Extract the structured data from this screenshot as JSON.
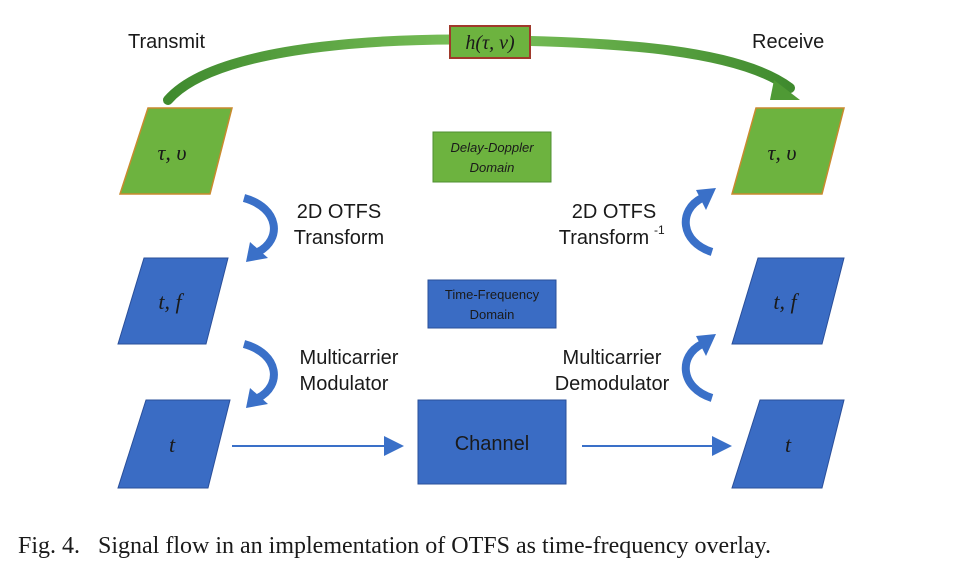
{
  "labels": {
    "transmit": "Transmit",
    "receive": "Receive",
    "channel_response": "h(τ, ν)",
    "dd_symbol_left": "τ, υ",
    "dd_symbol_right": "τ, υ",
    "tf_symbol_left": "t, f",
    "tf_symbol_right": "t, f",
    "t_symbol_left": "t",
    "t_symbol_right": "t",
    "dd_domain_line1": "Delay-Doppler",
    "dd_domain_line2": "Domain",
    "tf_domain_line1": "Time-Frequency",
    "tf_domain_line2": "Domain",
    "otfs_left_line1": "2D OTFS",
    "otfs_left_line2": "Transform",
    "otfs_right_line1": "2D OTFS",
    "otfs_right_line2": "Transform",
    "otfs_right_sup": "-1",
    "mc_left_line1": "Multicarrier",
    "mc_left_line2": "Modulator",
    "mc_right_line1": "Multicarrier",
    "mc_right_line2": "Demodulator",
    "channel": "Channel"
  },
  "caption": "Fig. 4.   Signal flow in an implementation of OTFS as time-frequency overlay.",
  "colors": {
    "green": "#6db33f",
    "green_dark": "#3f7f2a",
    "blue": "#3a6cc4",
    "blue_dark": "#2a4f9a",
    "arrow_blue": "#3a70c8",
    "h_box_border": "#c0392b"
  }
}
